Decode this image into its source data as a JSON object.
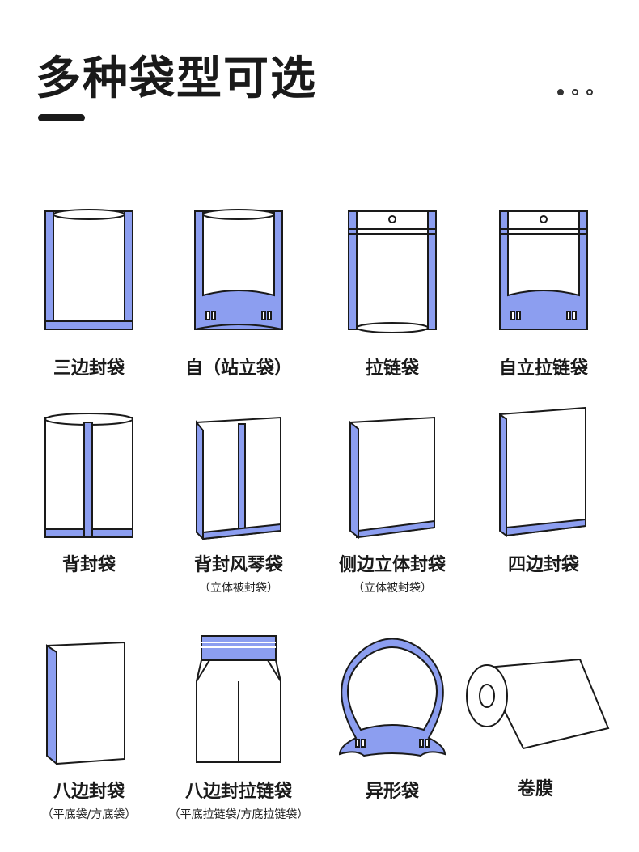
{
  "header": {
    "title": "多种袋型可选"
  },
  "colors": {
    "accent": "#8c9ef0",
    "line": "#1a1a1a"
  },
  "bags": [
    {
      "label": "三边封袋"
    },
    {
      "label": "自（站立袋）"
    },
    {
      "label": "拉链袋"
    },
    {
      "label": "自立拉链袋"
    },
    {
      "label": "背封袋"
    },
    {
      "label": "背封风琴袋",
      "sub": "（立体被封袋）"
    },
    {
      "label": "侧边立体封袋",
      "sub": "（立体被封袋）"
    },
    {
      "label": "四边封袋"
    },
    {
      "label": "八边封袋",
      "sub": "（平底袋/方底袋）"
    },
    {
      "label": "八边封拉链袋",
      "sub": "（平底拉链袋/方底拉链袋）"
    },
    {
      "label": "异形袋"
    },
    {
      "label": "卷膜"
    }
  ]
}
